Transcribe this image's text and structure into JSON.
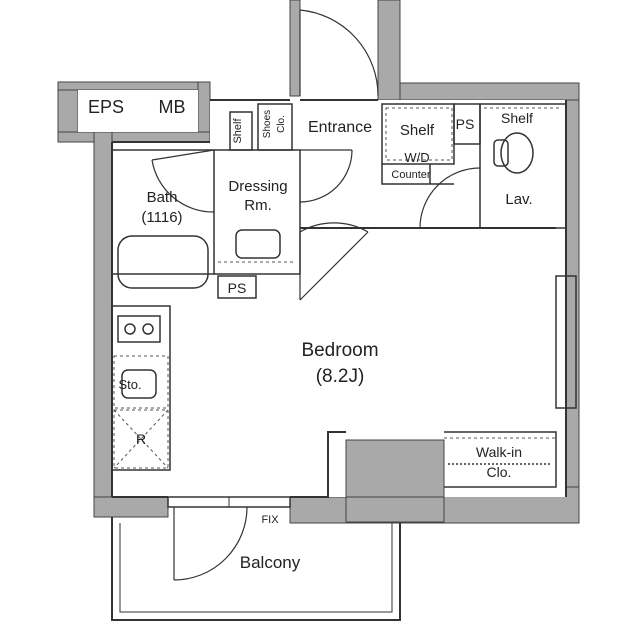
{
  "plan": {
    "rooms": {
      "eps": "EPS",
      "mb": "MB",
      "entrance": "Entrance",
      "shelf_entry": "Shelf",
      "shoes_1": "Shoes",
      "shoes_2": "Clo.",
      "shelf_top": "Shelf",
      "ps_top": "PS",
      "shelf_lav": "Shelf",
      "wd": "W/D",
      "counter": "Counter",
      "lav": "Lav.",
      "bath_1": "Bath",
      "bath_2": "(1116)",
      "dressing_1": "Dressing",
      "dressing_2": "Rm.",
      "ps_bottom": "PS",
      "bedroom": "Bedroom",
      "bedroom_size": "(8.2J)",
      "stove": "Sto.",
      "fridge": "R",
      "walkin_1": "Walk-in",
      "walkin_2": "Clo.",
      "fix": "FIX",
      "balcony": "Balcony"
    },
    "colors": {
      "wall": "#a9a9a9",
      "wall_outline": "#444444",
      "line": "#333333",
      "dashed": "#555555"
    }
  }
}
